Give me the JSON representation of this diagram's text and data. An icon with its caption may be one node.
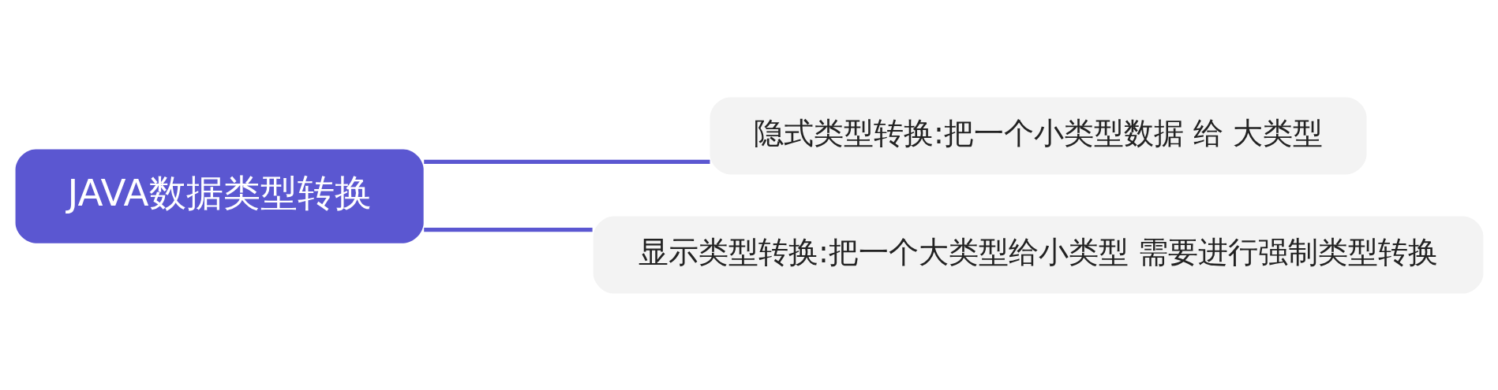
{
  "diagram": {
    "nodes": [
      {
        "text": [
          "JAVA数据类型转换"
        ]
      },
      {
        "text": [
          "隐式类型转换:把一个小类型数据 给 大类型"
        ]
      },
      {
        "text": [
          "显示类型转换:把一个大类型给小类型 需要进行强制类型转换"
        ]
      }
    ],
    "edges": [
      {
        "from": 0,
        "to": 1,
        "arrow": "none"
      },
      {
        "from": 0,
        "to": 2,
        "arrow": "none"
      }
    ]
  }
}
